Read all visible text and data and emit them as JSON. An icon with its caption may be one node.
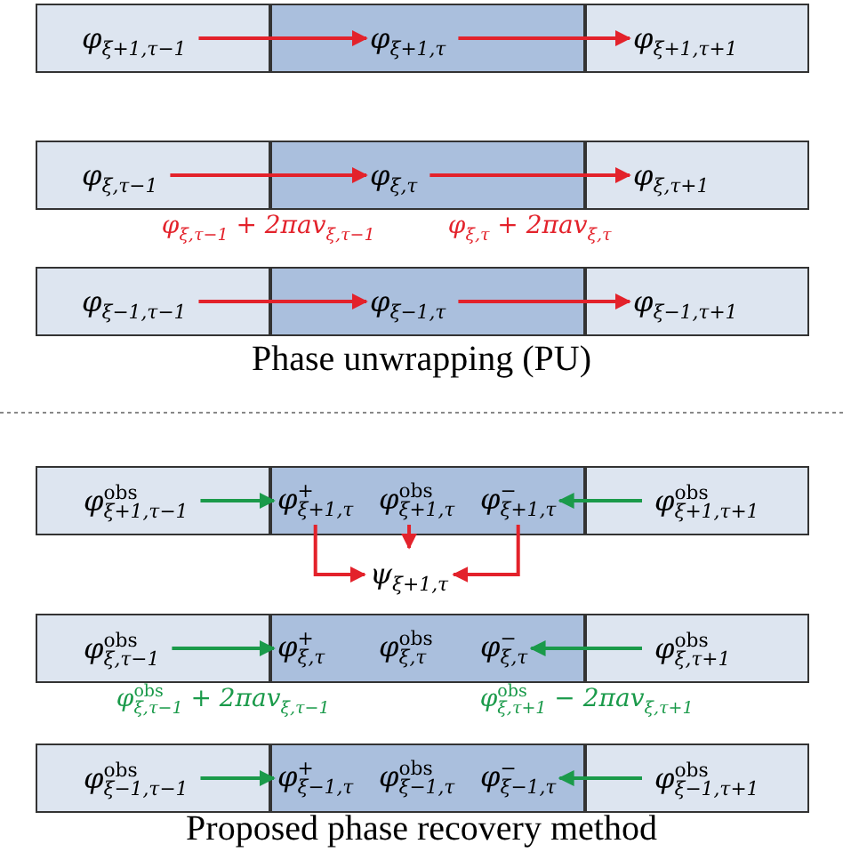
{
  "diagram": {
    "nodes": [
      {
        "text": [
          "φ$_{ξ+1,τ−1}$"
        ]
      },
      {
        "text": [
          "φ$_{ξ+1,τ}$"
        ]
      },
      {
        "text": [
          "φ$_{ξ+1,τ+1}$"
        ]
      },
      {
        "text": [
          "φ$_{ξ,τ−1}$"
        ]
      },
      {
        "text": [
          "φ$_{ξ,τ}$"
        ]
      },
      {
        "text": [
          "φ$_{ξ,τ+1}$"
        ]
      },
      {
        "text": [
          "φ$_{ξ−1,τ−1}$"
        ]
      },
      {
        "text": [
          "φ$_{ξ−1,τ}$"
        ]
      },
      {
        "text": [
          "φ$_{ξ−1,τ+1}$"
        ]
      },
      {
        "text": [
          "φ$^{obs}$$_{ξ+1,τ−1}$"
        ]
      },
      {
        "text": [],
        "shape": "box"
      },
      {
        "text": [
          "φ$^{+}$$_{ξ+1,τ}$"
        ],
        "in": 10
      },
      {
        "text": [
          "φ$^{obs}$$_{ξ+1,τ}$"
        ],
        "in": 10
      },
      {
        "text": [
          "φ$^{−}$$_{ξ+1,τ}$"
        ],
        "in": 10
      },
      {
        "text": [
          "φ$^{obs}$$_{ξ+1,τ+1}$"
        ]
      },
      {
        "text": [
          "ψ$_{ξ+1,τ}$"
        ]
      },
      {
        "text": [
          "φ$^{obs}$$_{ξ,τ−1}$"
        ]
      },
      {
        "text": [],
        "shape": "box"
      },
      {
        "text": [
          "φ$^{+}$$_{ξ,τ}$"
        ],
        "in": 17
      },
      {
        "text": [
          "φ$^{obs}$$_{ξ,τ}$"
        ],
        "in": 17
      },
      {
        "text": [
          "φ$^{−}$$_{ξ,τ}$"
        ],
        "in": 17
      },
      {
        "text": [
          "φ$^{obs}$$_{ξ,τ+1}$"
        ]
      },
      {
        "text": [
          "φ$^{obs}$$_{ξ−1,τ−1}$"
        ]
      },
      {
        "text": [],
        "shape": "box"
      },
      {
        "text": [
          "φ$^{+}$$_{ξ−1,τ}$"
        ],
        "in": 23
      },
      {
        "text": [
          "φ$^{obs}$$_{ξ−1,τ}$"
        ],
        "in": 23
      },
      {
        "text": [
          "φ$^{−}$$_{ξ−1,τ}$"
        ],
        "in": 23
      },
      {
        "text": [
          "φ$^{obs}$$_{ξ−1,τ+1}$"
        ]
      }
    ],
    "edges": [
      {
        "from": 0,
        "to": 1,
        "arrow": "to"
      },
      {
        "from": 1,
        "to": 2,
        "arrow": "to"
      },
      {
        "from": 3,
        "to": 4,
        "arrow": "to",
        "label": "φ$_{ξ,τ−1}$ + 2πav$_{ξ,τ−1}$"
      },
      {
        "from": 4,
        "to": 5,
        "arrow": "to",
        "label": "φ$_{ξ,τ}$ + 2πav$_{ξ,τ}$"
      },
      {
        "from": 6,
        "to": 7,
        "arrow": "to"
      },
      {
        "from": 7,
        "to": 8,
        "arrow": "to"
      },
      {
        "from": 9,
        "to": 11,
        "arrow": "to",
        "color": "#1a9a4a"
      },
      {
        "from": 14,
        "to": 13,
        "arrow": "to",
        "color": "#1a9a4a"
      },
      {
        "from": 11,
        "to": 15,
        "arrow": "to"
      },
      {
        "from": 12,
        "to": 15,
        "arrow": "to"
      },
      {
        "from": 13,
        "to": 15,
        "arrow": "to"
      },
      {
        "from": 16,
        "to": 18,
        "arrow": "to",
        "color": "#1a9a4a",
        "label": "φ$^{obs}$$_{ξ,τ−1}$ + 2πav$_{ξ,τ−1}$"
      },
      {
        "from": 21,
        "to": 20,
        "arrow": "to",
        "color": "#1a9a4a",
        "label": "φ$^{obs}$$_{ξ,τ+1}$ − 2πav$_{ξ,τ+1}$"
      },
      {
        "from": 22,
        "to": 24,
        "arrow": "to",
        "color": "#1a9a4a"
      },
      {
        "from": 27,
        "to": 26,
        "arrow": "to",
        "color": "#1a9a4a"
      }
    ],
    "labels": [
      "Phase unwrapping (PU)",
      "Proposed phase recovery method"
    ]
  }
}
